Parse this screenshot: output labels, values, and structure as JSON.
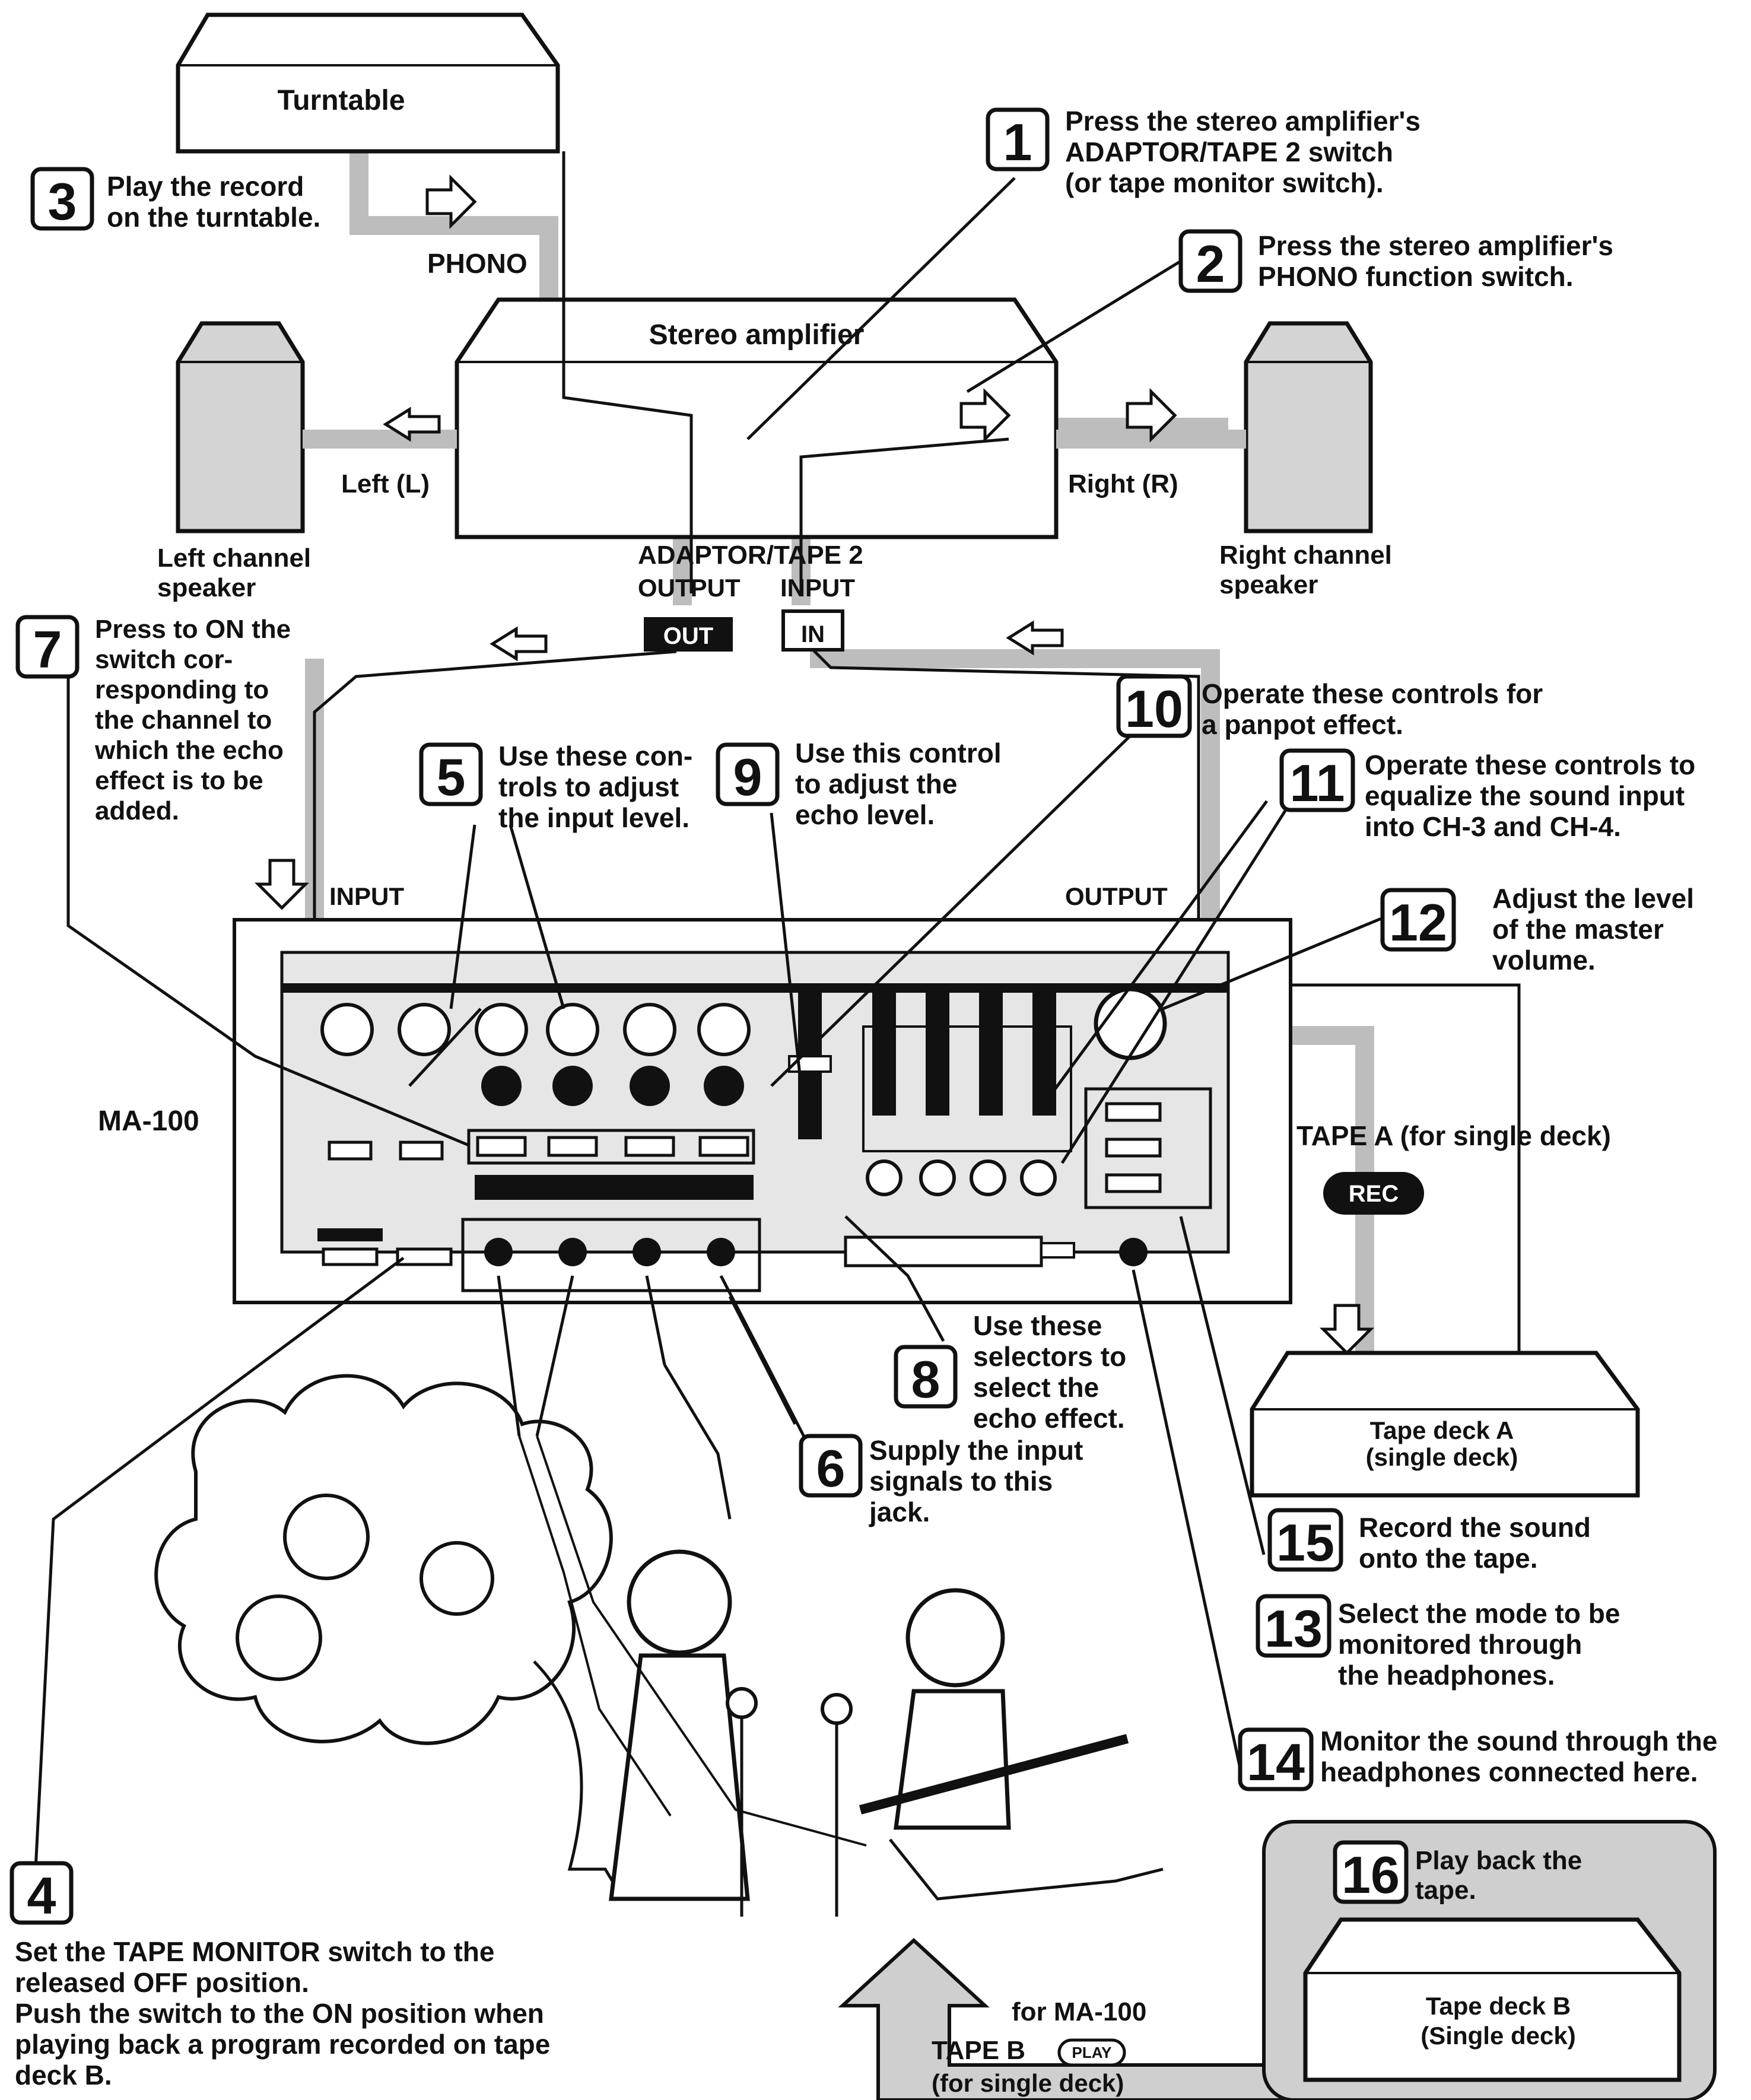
{
  "colors": {
    "ink": "#111111",
    "paper": "#ffffff",
    "shade": "#bdbdbd",
    "panel": "#d9d9d9"
  },
  "devices": {
    "turntable": "Turntable",
    "amplifier": "Stereo amplifier",
    "phono": "PHONO",
    "left": "Left (L)",
    "right": "Right (R)",
    "left_speaker": [
      "Left channel",
      "speaker"
    ],
    "right_speaker": [
      "Right channel",
      "speaker"
    ],
    "adaptor": "ADAPTOR/TAPE 2",
    "output": "OUTPUT",
    "input": "INPUT",
    "out_tag": "OUT",
    "in_tag": "IN",
    "mixer_input": "INPUT",
    "mixer_output": "OUTPUT",
    "mixer_name": "MA-100",
    "tape_a_label": "TAPE A (for single deck)",
    "rec_badge": "REC",
    "tape_deck_a": [
      "Tape deck A",
      "(single deck)"
    ],
    "tape_deck_b": [
      "Tape deck B",
      "(Single deck)"
    ],
    "for_ma100": "for MA-100",
    "tape_b": "TAPE B",
    "play_badge": "PLAY",
    "tape_b_sub": "(for single deck)"
  },
  "steps": [
    {
      "n": "1",
      "lines": [
        "Press the stereo amplifier's",
        "ADAPTOR/TAPE 2 switch",
        "(or tape monitor switch)."
      ]
    },
    {
      "n": "2",
      "lines": [
        "Press the stereo amplifier's",
        "PHONO function switch."
      ]
    },
    {
      "n": "3",
      "lines": [
        "Play the record",
        "on the turntable."
      ]
    },
    {
      "n": "4",
      "lines": [
        "Set the TAPE MONITOR switch to the",
        "released OFF position.",
        "Push the switch to the ON position when",
        "playing back a program recorded on tape",
        "deck B."
      ]
    },
    {
      "n": "5",
      "lines": [
        "Use these con-",
        "trols to adjust",
        "the input level."
      ]
    },
    {
      "n": "6",
      "lines": [
        "Supply the input",
        "signals to this",
        "jack."
      ]
    },
    {
      "n": "7",
      "lines": [
        "Press to ON the",
        "switch cor-",
        "responding to",
        "the channel to",
        "which the echo",
        "effect is to be",
        "added."
      ]
    },
    {
      "n": "8",
      "lines": [
        "Use these",
        "selectors to",
        "select the",
        "echo effect."
      ]
    },
    {
      "n": "9",
      "lines": [
        "Use this control",
        "to adjust the",
        "echo level."
      ]
    },
    {
      "n": "10",
      "lines": [
        "Operate these controls for",
        "a panpot effect."
      ]
    },
    {
      "n": "11",
      "lines": [
        "Operate these controls to",
        "equalize the sound input",
        "into CH-3 and CH-4."
      ]
    },
    {
      "n": "12",
      "lines": [
        "Adjust the level",
        "of the master",
        "volume."
      ]
    },
    {
      "n": "13",
      "lines": [
        "Select the mode to be",
        "monitored through",
        "the headphones."
      ]
    },
    {
      "n": "14",
      "lines": [
        "Monitor the sound through the",
        "headphones connected here."
      ]
    },
    {
      "n": "15",
      "lines": [
        "Record the sound",
        "onto the tape."
      ]
    },
    {
      "n": "16",
      "lines": [
        "Play back the",
        "tape."
      ]
    }
  ]
}
